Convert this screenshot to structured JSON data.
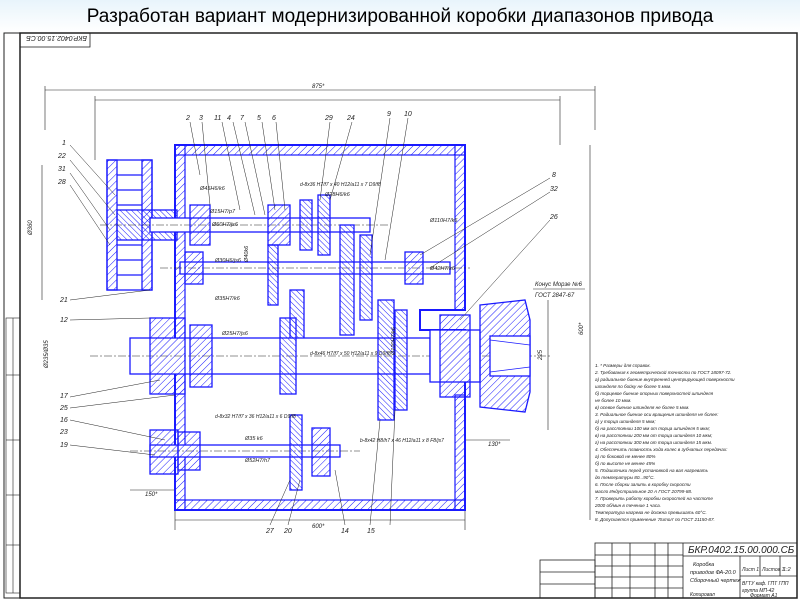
{
  "slide": {
    "title": "Разработан вариант модернизированной коробки диапазонов привода"
  },
  "drawing": {
    "stamp_code_rotated": "БКР.0402.15.00.СБ",
    "dimensions": {
      "overall_width": "875*",
      "height_left": "Ø360",
      "bottom_width": "600*",
      "right_height": "600*",
      "right_mid": "225",
      "left_mid": "Ø235/Ø35",
      "bottom_left": "150*",
      "right_bottom": "130*"
    },
    "fits": [
      "Ø45H6/k6",
      "Ø15H7/p7",
      "Ø60H7/js6",
      "Ø30H6/js6",
      "Ø40k6",
      "Ø35H7/k6",
      "Ø25H7/js6",
      "Ø110H7/k6",
      "Ø42H7/k6",
      "Ø28H6/k6",
      "Ø35 k6",
      "Ø52H7/h7",
      "Ø120H7/k6"
    ],
    "spline_notes": [
      "d-8x36 H7/f7 x 40 H12/a11 x 7 D9/f8",
      "d-8x46 H7/f7 x 50 H12/a11 x 9 D9/f8",
      "d-8x32 H7/f7 x 36 H12/a11 x 6 D9/f8",
      "b-8x42 H8/h7 x 46 H12/a11 x 8 F8/js7"
    ],
    "cone_label": "Конус Морзе №6",
    "cone_standard": "ГОСТ 2847-67",
    "leader_numbers": [
      "1",
      "22",
      "31",
      "28",
      "2",
      "3",
      "11",
      "4",
      "7",
      "5",
      "6",
      "29",
      "24",
      "9",
      "10",
      "8",
      "32",
      "26",
      "21",
      "12",
      "17",
      "25",
      "16",
      "19",
      "23",
      "27",
      "20",
      "14",
      "15"
    ],
    "notes": [
      "1. * Размеры для справок.",
      "2. Требования к геометрической точности по ГОСТ 18097-72.",
      "   а) радиальное биение внутренней центрирующей поверхности",
      "      шпинделя по бойку не более 5 мкм.",
      "   б) торцевое биение опорных поверхностей шпинделя",
      "      не более 10 мкм.",
      "   в) осевое биение шпинделя не более 5 мкм.",
      "3. Радиальное биение оси вращения шпинделя не более:",
      "   а) у торца шпинделя 5 мкм;",
      "   б) на расстоянии 100 мм от торца шпинделя 5 мкм;",
      "   в) на расстоянии 200 мм от торца шпинделя 10 мкм;",
      "   г) на расстоянии 300 мм от торца шпинделя 15 мкм.",
      "4. Обеспечить плавность хода колес в зубчатых передачах:",
      "   а) по боковой не менее 80%",
      "   б) по высоте не менее 45%",
      "5. Подшипники перед установкой на вал нагревать",
      "   до температуры 80...90°C.",
      "6. После сборки залить в коробку скорости",
      "   масло Индустриальное 20 А ГОСТ 20799-88.",
      "7. Проверить работу коробки скоростей на частоте",
      "   2000 об/мин в течение 1 часа.",
      "   Температура нагрева не должна превышать 60°C.",
      "8. Допускается применение 'Литол' по ГОСТ 21150-87."
    ],
    "title_block": {
      "designation": "БКР.0402.15.00.000.СБ",
      "name_line1": "Коробка",
      "name_line2": "приводов ФА-20.0",
      "name_line3": "Сборочный чертеж",
      "org_line1": "ВГТУ каф. ГПТ ГПП",
      "org_line2": "группа МП-42",
      "sheet": "Лист 1",
      "sheets": "Листов 1",
      "scale": "1:2",
      "copied": "Копировал",
      "format": "Формат A1"
    }
  }
}
